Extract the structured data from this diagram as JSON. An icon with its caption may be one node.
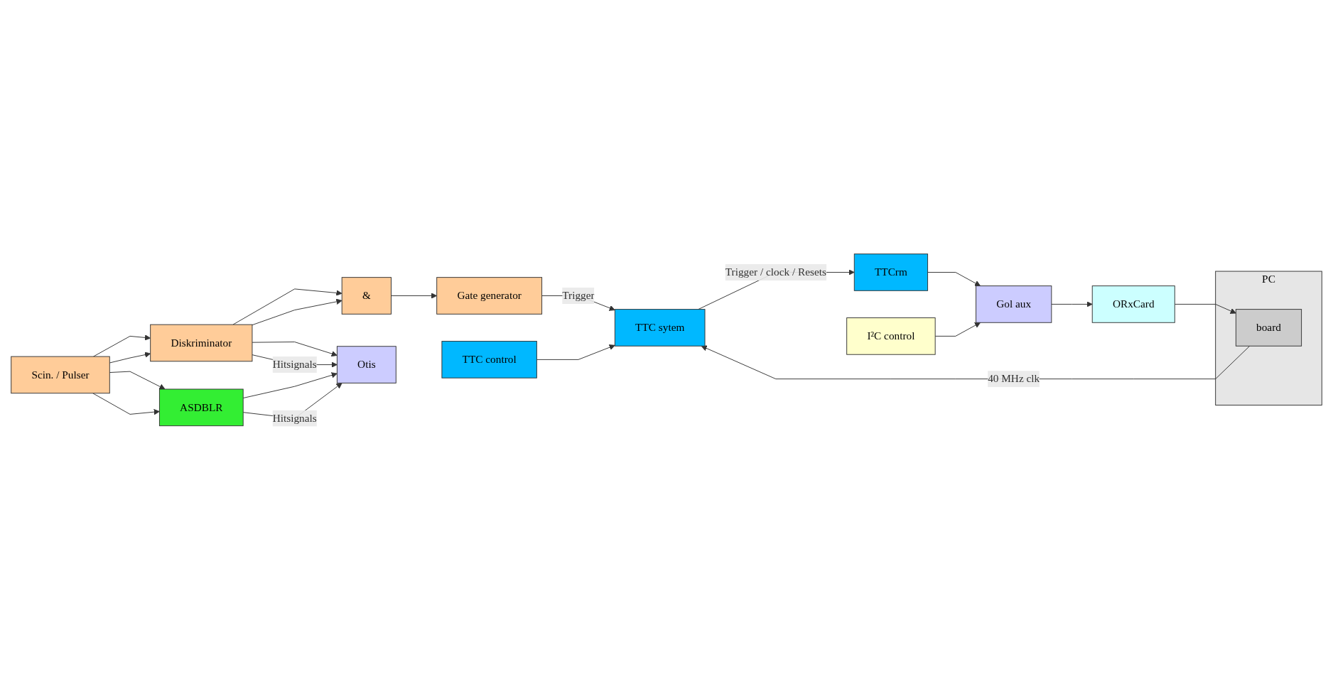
{
  "diagram": {
    "nodes": [
      {
        "text": [
          "Scin. / Pulser"
        ]
      },
      {
        "text": [
          "Diskriminator"
        ]
      },
      {
        "text": [
          "&"
        ]
      },
      {
        "text": [
          "Gate generator"
        ]
      },
      {
        "text": [
          "TTC sytem"
        ]
      },
      {
        "text": [
          "TTC control"
        ]
      },
      {
        "text": [
          "ASDBLR"
        ]
      },
      {
        "text": [
          "Otis"
        ]
      },
      {
        "text": [
          "TTCrm"
        ]
      },
      {
        "text": [
          "PC"
        ]
      },
      {
        "text": [
          "board"
        ],
        "in": 9
      },
      {
        "text": [
          "ORxCard"
        ]
      },
      {
        "text": [
          "Gol aux"
        ]
      },
      {
        "text": [
          "I²C control"
        ]
      }
    ],
    "edges": [
      {
        "from": 0,
        "to": 1,
        "arrow": "to"
      },
      {
        "from": 0,
        "to": 1,
        "arrow": "to"
      },
      {
        "from": 0,
        "to": 6,
        "arrow": "to"
      },
      {
        "from": 0,
        "to": 6,
        "arrow": "to"
      },
      {
        "from": 1,
        "to": 2,
        "arrow": "to"
      },
      {
        "from": 1,
        "to": 2,
        "arrow": "to"
      },
      {
        "from": 2,
        "to": 3,
        "arrow": "to"
      },
      {
        "from": 3,
        "to": 4,
        "label": "Trigger",
        "arrow": "to"
      },
      {
        "from": 5,
        "to": 4,
        "arrow": "to"
      },
      {
        "from": 1,
        "to": 7,
        "arrow": "to"
      },
      {
        "from": 1,
        "to": 7,
        "label": "Hitsignals",
        "arrow": "to"
      },
      {
        "from": 10,
        "to": 4,
        "label": "40 MHz clk",
        "arrow": "to"
      },
      {
        "from": 4,
        "to": 8,
        "label": "Trigger / clock / Resets",
        "arrow": "to"
      },
      {
        "from": 6,
        "to": 7,
        "arrow": "to"
      },
      {
        "from": 6,
        "to": 7,
        "label": "Hitsignals",
        "arrow": "to"
      },
      {
        "from": 8,
        "to": 12,
        "arrow": "to"
      },
      {
        "from": 13,
        "to": 12,
        "arrow": "to"
      },
      {
        "from": 12,
        "to": 11,
        "arrow": "to"
      },
      {
        "from": 11,
        "to": 10,
        "arrow": "to"
      }
    ]
  }
}
